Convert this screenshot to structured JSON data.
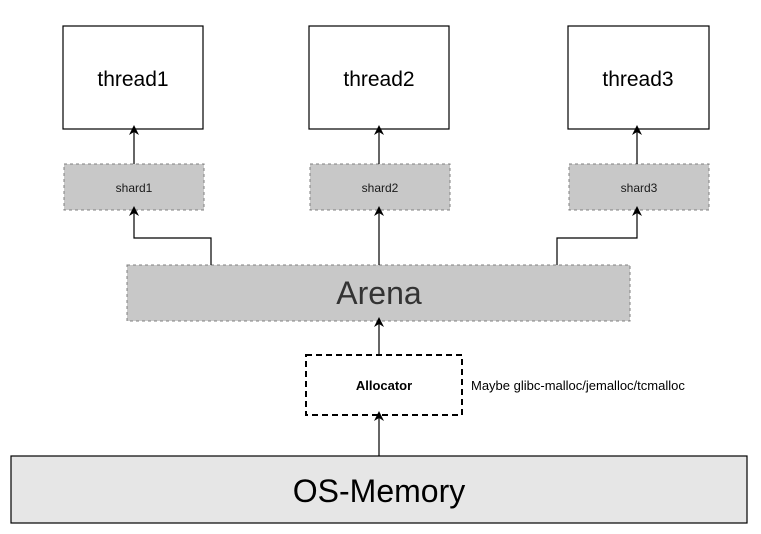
{
  "threads": [
    {
      "label": "thread1"
    },
    {
      "label": "thread2"
    },
    {
      "label": "thread3"
    }
  ],
  "shards": [
    {
      "label": "shard1"
    },
    {
      "label": "shard2"
    },
    {
      "label": "shard3"
    }
  ],
  "arena": {
    "label": "Arena"
  },
  "allocator": {
    "label": "Allocator",
    "note": "Maybe glibc-malloc/jemalloc/tcmalloc"
  },
  "os_memory": {
    "label": "OS-Memory"
  },
  "colors": {
    "box_stroke": "#000000",
    "dashed_fill": "#c8c8c8",
    "dashed_stroke": "#808080",
    "os_fill": "#e6e6e6",
    "text": "#1a1a1a"
  }
}
